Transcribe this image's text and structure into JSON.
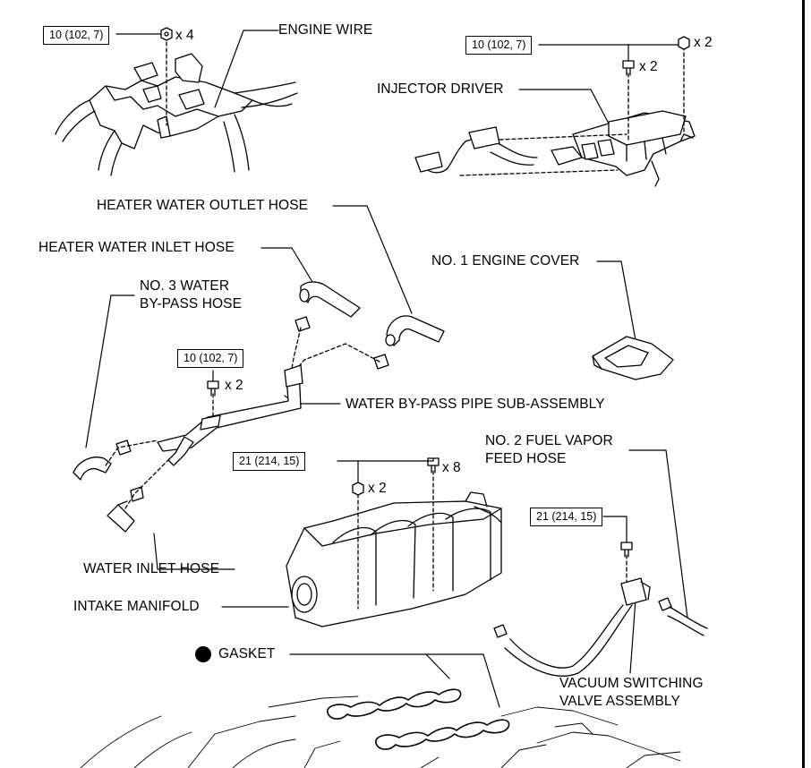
{
  "torque_specs": [
    {
      "id": "engine_wire_nut",
      "text": "10 (102, 7)",
      "qty": "x 4"
    },
    {
      "id": "injector_driver",
      "text": "10 (102, 7)",
      "qty_nut": "x 2",
      "qty_bolt": "x 2"
    },
    {
      "id": "water_pipe_bolt",
      "text": "10 (102, 7)",
      "qty": "x 2"
    },
    {
      "id": "intake_manifold",
      "text": "21 (214, 15)",
      "qty_nut": "x 2",
      "qty_bolt": "x 8"
    },
    {
      "id": "vsv_bolt",
      "text": "21 (214, 15)"
    }
  ],
  "labels": {
    "engine_wire": "ENGINE WIRE",
    "injector_driver": "INJECTOR DRIVER",
    "heater_water_outlet_hose": "HEATER WATER OUTLET HOSE",
    "heater_water_inlet_hose": "HEATER WATER INLET HOSE",
    "no3_water_bypass_hose_1": "NO. 3 WATER",
    "no3_water_bypass_hose_2": "BY-PASS HOSE",
    "no1_engine_cover": "NO. 1 ENGINE COVER",
    "water_bypass_pipe": "WATER BY-PASS PIPE SUB-ASSEMBLY",
    "no2_fuel_vapor_1": "NO. 2 FUEL VAPOR",
    "no2_fuel_vapor_2": "FEED HOSE",
    "water_inlet_hose": "WATER INLET HOSE",
    "intake_manifold": "INTAKE MANIFOLD",
    "gasket": "GASKET",
    "vsv_1": "VACUUM SWITCHING",
    "vsv_2": "VALVE ASSEMBLY"
  }
}
